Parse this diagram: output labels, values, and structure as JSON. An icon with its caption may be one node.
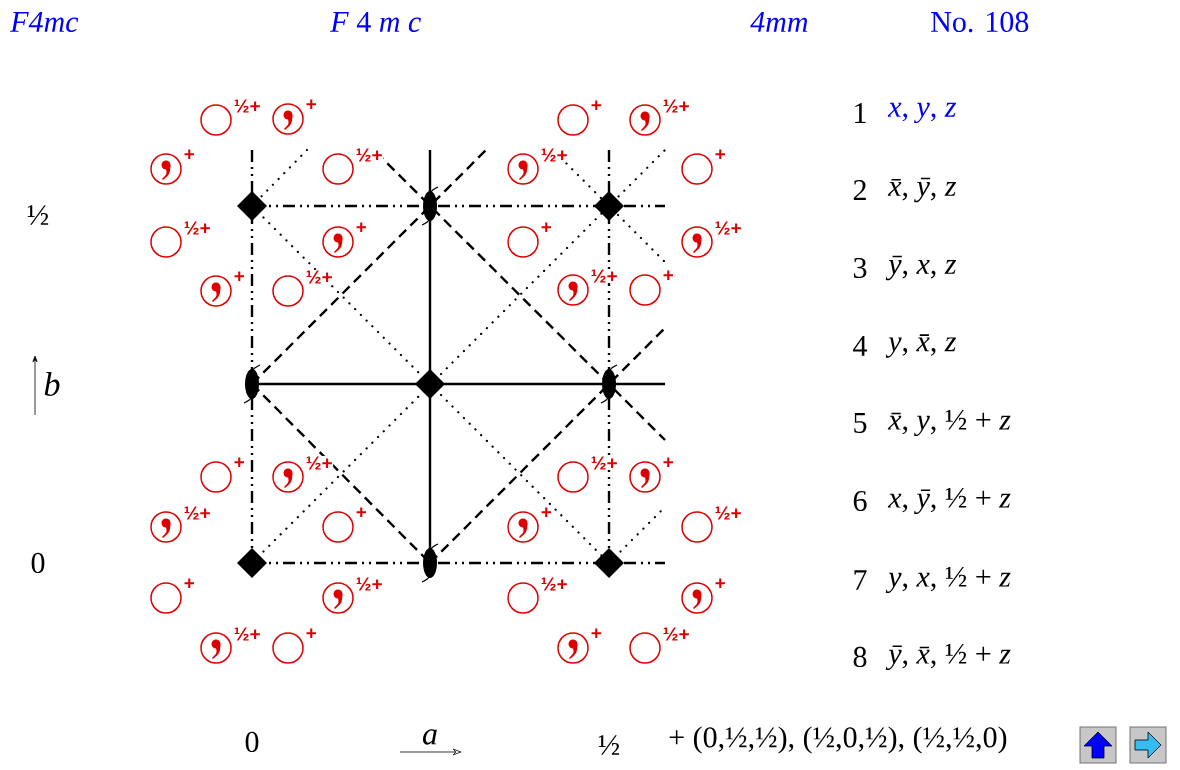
{
  "diagram": {
    "labels": [
      "F4mc",
      "*F* 4 *m* *c*",
      "4mm",
      "No. 108",
      "1",
      "*x*, *y*, *z*",
      "2",
      "*x̄*, *ȳ*, *z*",
      "3",
      "*ȳ*, *x*, *z*",
      "4",
      "*y*, *x̄*, *z*",
      "5",
      "*x̄*, *y*, ½ + *z*",
      "6",
      "*x*, *ȳ*, ½ + *z*",
      "7",
      "*y*, *x*, ½ + *z*",
      "8",
      "*ȳ*, *x̄*, ½ + *z*",
      "½",
      "b",
      "0",
      "0",
      "a",
      "½",
      "+ (0,½,½), (½,0,½), (½,½,0)",
      "½+",
      "+",
      "+",
      "½+",
      "½+",
      "+",
      "+",
      "½+",
      "+",
      "½+",
      "½+",
      "+",
      "+",
      "½+",
      "½+",
      "+",
      "+",
      "½+",
      "½+",
      "+",
      "+",
      "½+",
      "½+",
      "+",
      "½+",
      "+",
      "+",
      "½+",
      "½+",
      "+",
      "+",
      "½+"
    ]
  }
}
